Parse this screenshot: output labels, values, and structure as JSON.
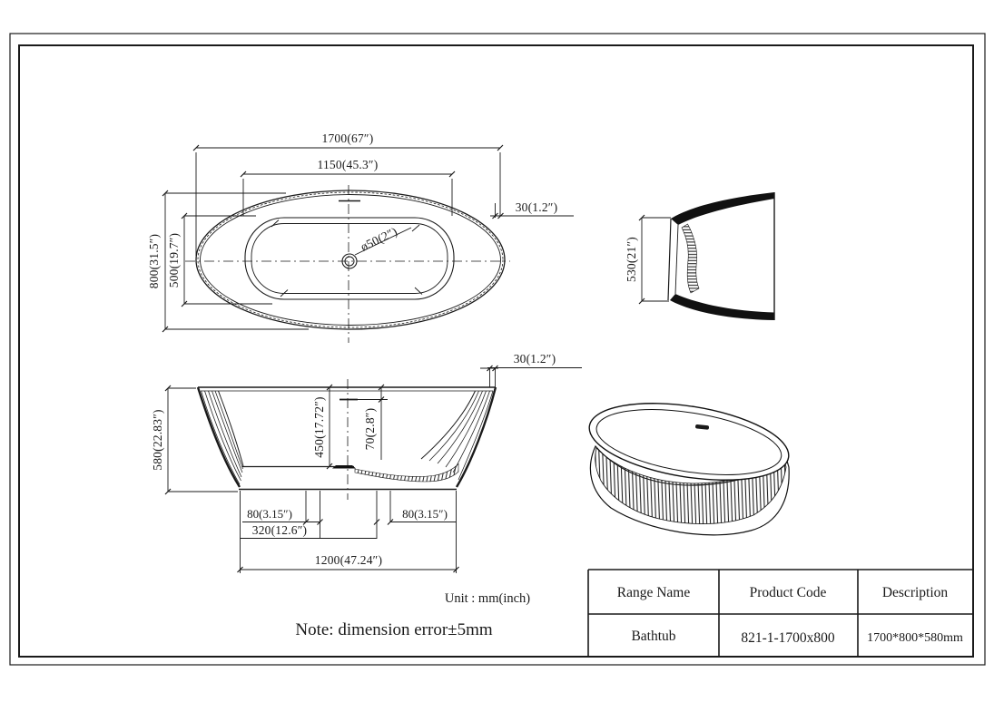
{
  "drawing": {
    "top_view": {
      "dim_length_outer": "1700(67″)",
      "dim_length_inner": "1150(45.3″)",
      "dim_width_outer": "800(31.5″)",
      "dim_width_inner": "500(19.7″)",
      "dim_rim": "30(1.2″)",
      "dim_drain": "ø50(2″)"
    },
    "end_view": {
      "dim_height": "530(21″)"
    },
    "front_view": {
      "dim_height": "580(22.83″)",
      "dim_depth": "450(17.72″)",
      "dim_overflow": "70(2.8″)",
      "dim_rim": "30(1.2″)",
      "dim_foot_left": "80(3.15″)",
      "dim_foot_right": "80(3.15″)",
      "dim_drain_recess": "320(12.6″)",
      "dim_base_length": "1200(47.24″)"
    },
    "notes": {
      "unit": "Unit : mm(inch)",
      "tolerance": "Note: dimension error±5mm"
    },
    "table": {
      "headers": [
        "Range Name",
        "Product Code",
        "Description"
      ],
      "row": [
        "Bathtub",
        "821-1-1700x800",
        "1700*800*580mm"
      ]
    }
  }
}
